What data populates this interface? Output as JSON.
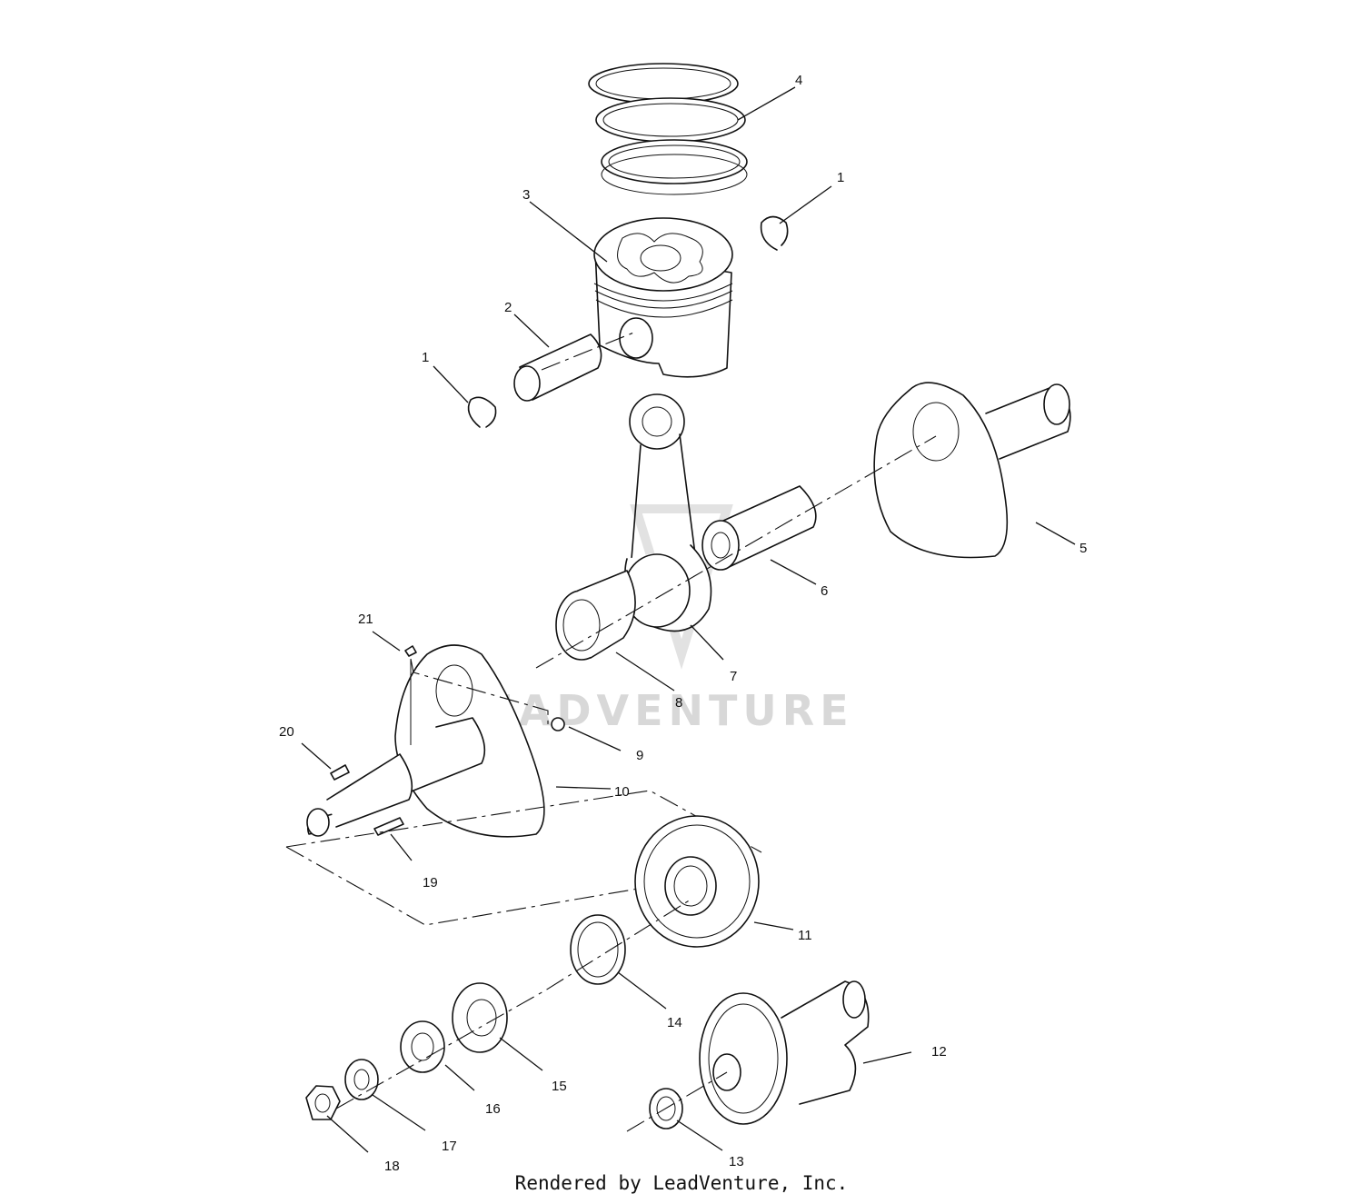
{
  "watermark": "LEADVENTURE",
  "credit": "Rendered by LeadVenture, Inc.",
  "callouts": {
    "c1a": "1",
    "c1b": "1",
    "c2": "2",
    "c3": "3",
    "c4": "4",
    "c5": "5",
    "c6": "6",
    "c7": "7",
    "c8": "8",
    "c9": "9",
    "c10": "10",
    "c11": "11",
    "c12": "12",
    "c13": "13",
    "c14": "14",
    "c15": "15",
    "c16": "16",
    "c17": "17",
    "c18": "18",
    "c19": "19",
    "c20": "20",
    "c21": "21"
  }
}
